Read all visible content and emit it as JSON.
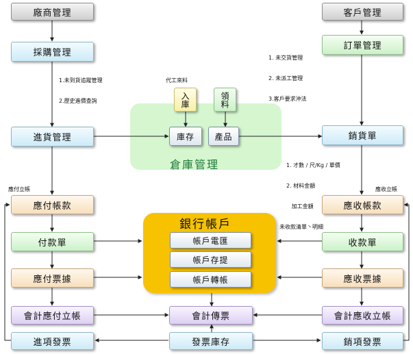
{
  "diagram": {
    "boxes": {
      "vendor_mgmt": "廠商管理",
      "customer_mgmt": "客戶管理",
      "purchase_mgmt": "採購管理",
      "order_mgmt": "訂單管理",
      "receiving_mgmt": "進貨管理",
      "sales_slip": "銷貨單",
      "inbound": "入庫",
      "material_pick": "領料",
      "inventory": "庫存",
      "product": "產品",
      "accounts_payable": "應付帳款",
      "accounts_receivable": "應收帳款",
      "payment_slip": "付款單",
      "receipt_slip": "收款單",
      "notes_payable": "應付票據",
      "notes_receivable": "應收票據",
      "acct_payable_entry": "會計應付立帳",
      "acct_receivable_entry": "會計應收立帳",
      "accounting_voucher": "會計傳票",
      "purchase_invoice": "進項發票",
      "invoice_stock": "發票庫存",
      "sales_invoice": "銷項發票",
      "bank_remit": "帳戶電匯",
      "bank_deposit": "帳戶存提",
      "bank_transfer": "帳戶轉帳"
    },
    "zones": {
      "warehouse_title": "倉庫管理",
      "bank_title": "銀行帳戶"
    },
    "notes": {
      "purchase_notes": [
        "1.未到貨追蹤管理",
        "2.歷史進價查詢"
      ],
      "order_notes": [
        "1. 未交貨管理",
        "2. 未派工管理",
        "3.客戶要求沖法"
      ],
      "contract_label": "代工來料",
      "sales_notes": [
        "1. 才數 / 尺/Kg / 單價",
        "2. 材料金額",
        "   加工金額"
      ],
      "payable_label": "應付立帳",
      "receivable_label": "應收立帳",
      "receipt_detail_label": "未收款清單丶明細"
    }
  }
}
